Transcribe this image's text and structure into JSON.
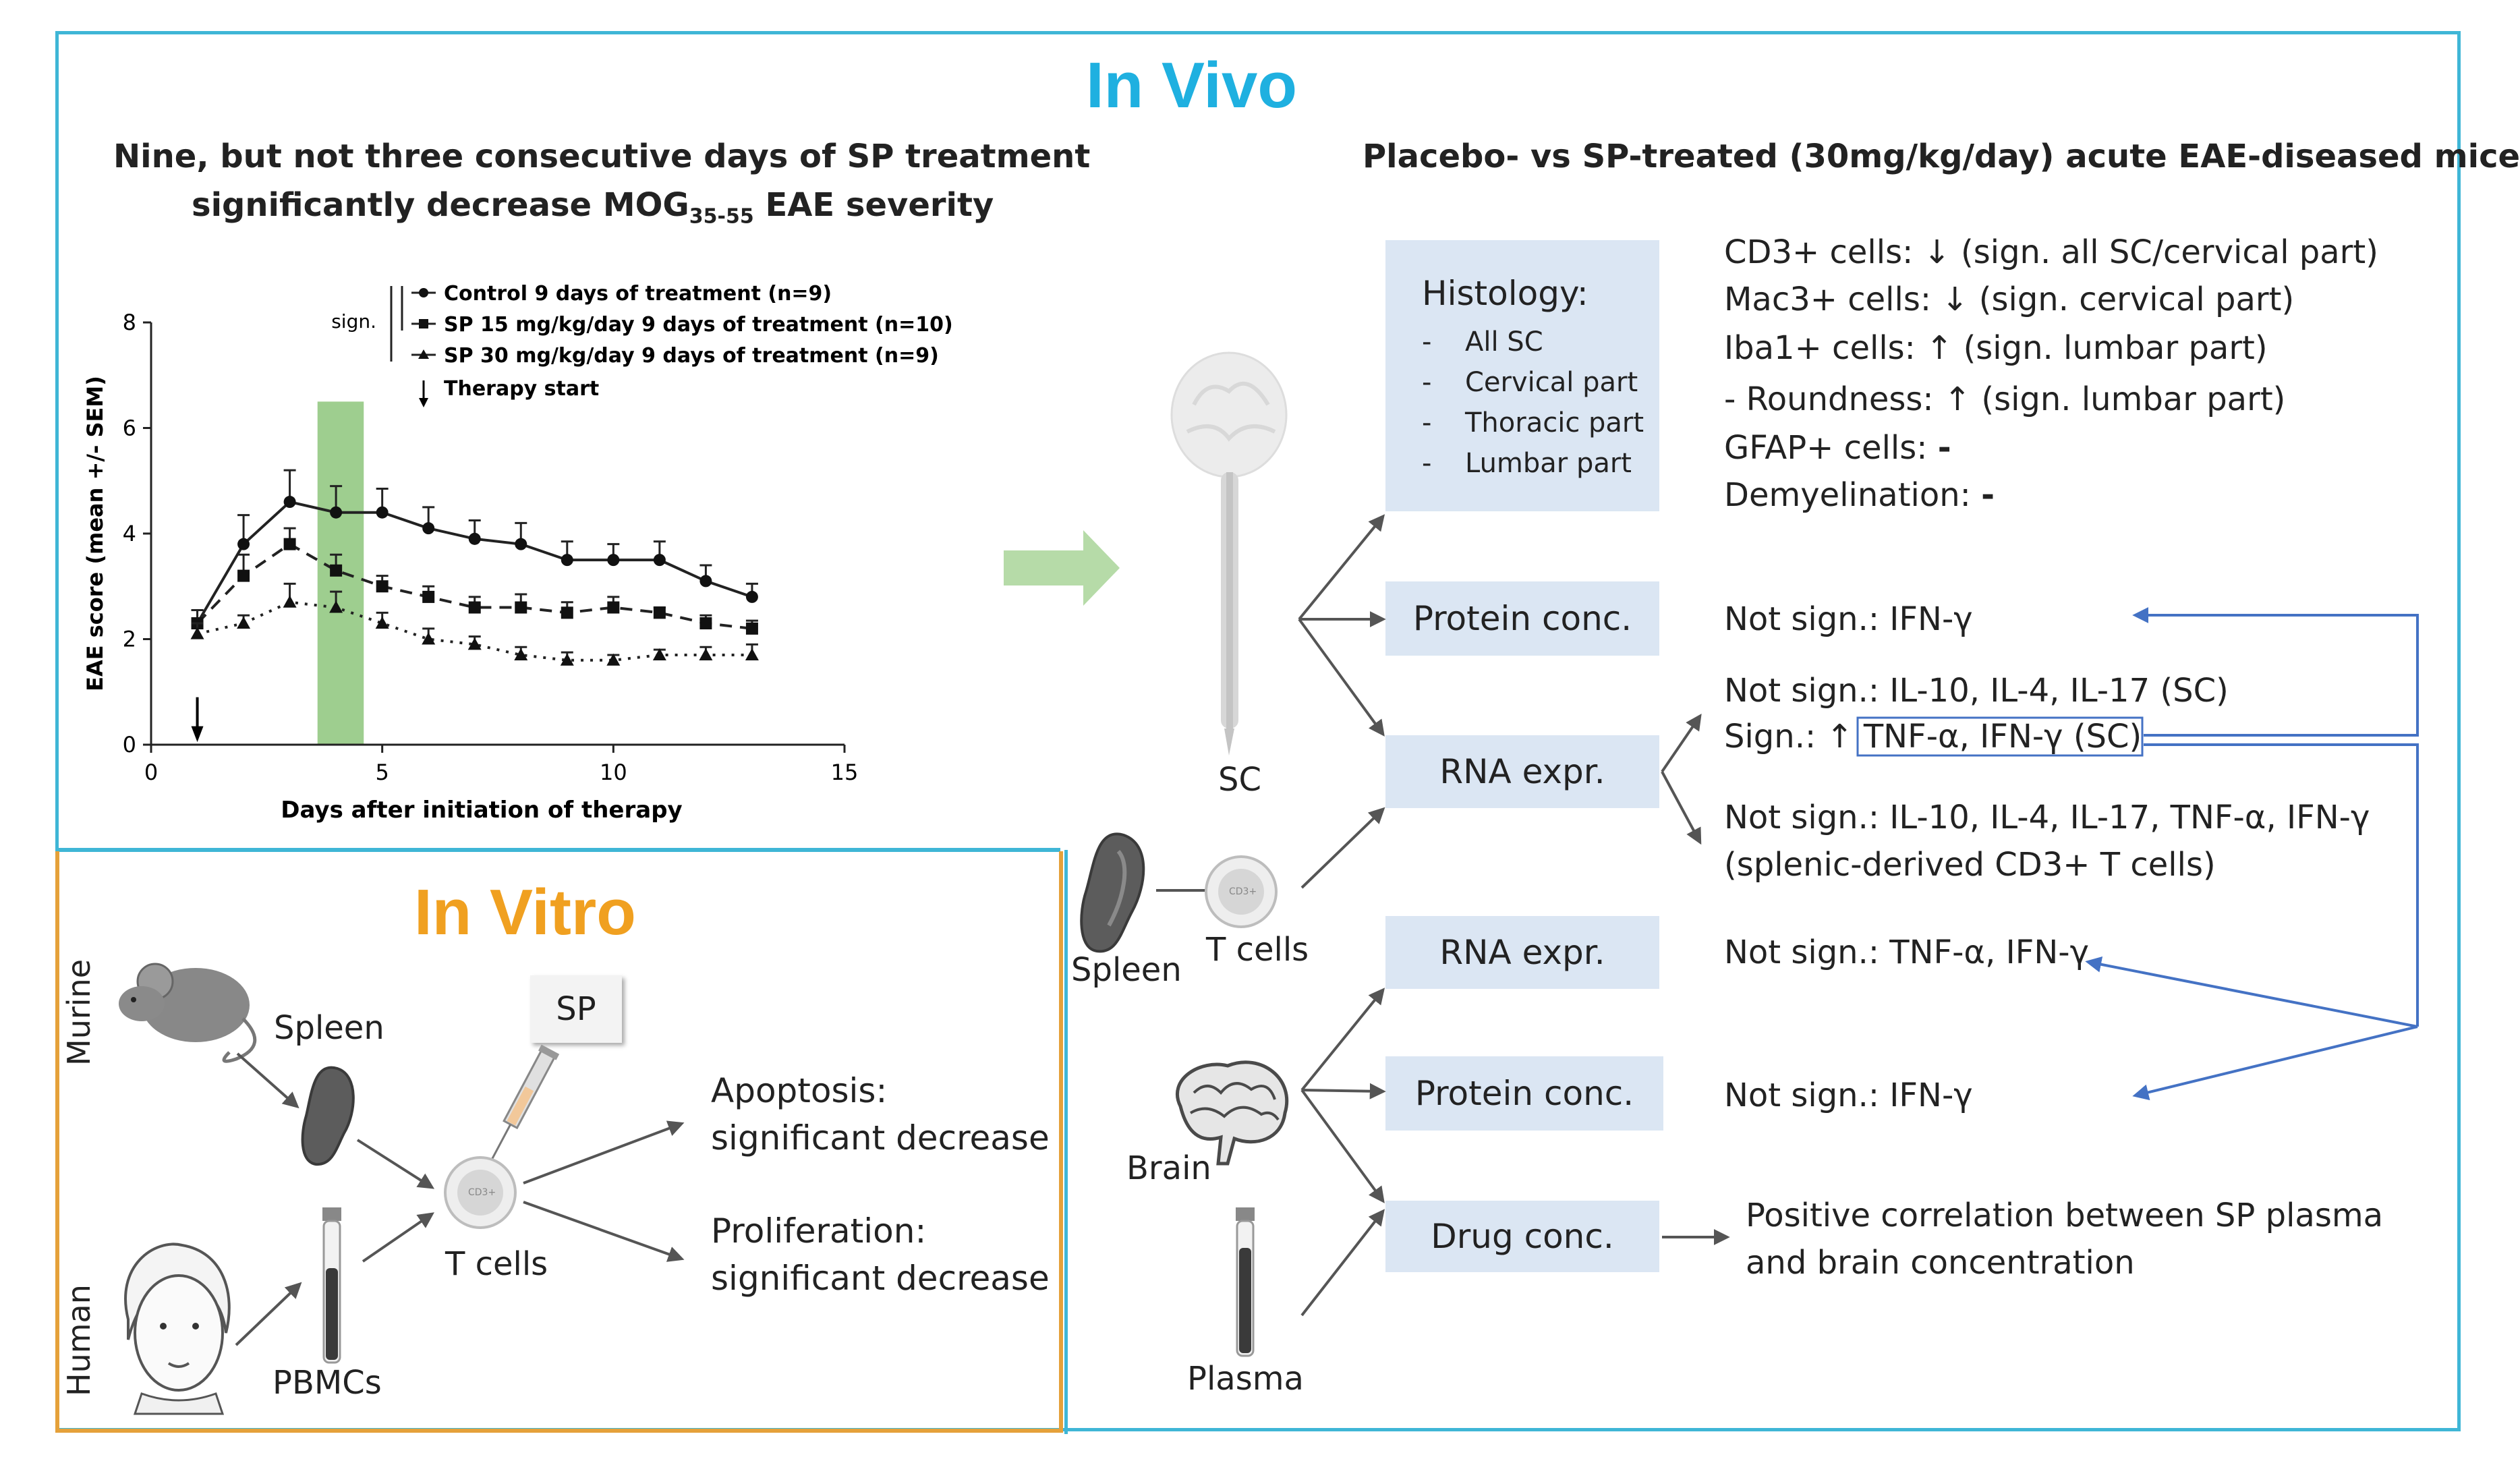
{
  "in_vivo": {
    "title": "In Vivo",
    "chart_title_line1": "Nine, but not three consecutive days of SP treatment",
    "chart_title_line2_prefix": "significantly decrease MOG",
    "chart_title_subscript": "35-55",
    "chart_title_line2_suffix": " EAE severity",
    "right_title": "Placebo- vs SP-treated (30mg/kg/day) acute EAE-diseased mice"
  },
  "chart_data": {
    "type": "line",
    "title": "",
    "xlabel": "Days after initiation of therapy",
    "ylabel": "EAE score (mean +/- SEM)",
    "xlim": [
      0,
      15
    ],
    "ylim": [
      0,
      8
    ],
    "xticks": [
      0,
      5,
      10,
      15
    ],
    "yticks": [
      0,
      2,
      4,
      6,
      8
    ],
    "x": [
      1,
      2,
      3,
      4,
      5,
      6,
      7,
      8,
      9,
      10,
      11,
      12,
      13
    ],
    "series": [
      {
        "name": "Control 9 days of treatment (n=9)",
        "marker": "circle",
        "line": "solid",
        "values": [
          2.3,
          3.8,
          4.6,
          4.4,
          4.4,
          4.1,
          3.9,
          3.8,
          3.5,
          3.5,
          3.5,
          3.1,
          2.8
        ],
        "errors": [
          0.25,
          0.55,
          0.6,
          0.5,
          0.45,
          0.4,
          0.35,
          0.4,
          0.35,
          0.3,
          0.35,
          0.3,
          0.25
        ]
      },
      {
        "name": "SP 15 mg/kg/day 9 days of treatment (n=10)",
        "marker": "square",
        "line": "dashed",
        "values": [
          2.3,
          3.2,
          3.8,
          3.3,
          3.0,
          2.8,
          2.6,
          2.6,
          2.5,
          2.6,
          2.5,
          2.3,
          2.2
        ],
        "errors": [
          0.25,
          0.4,
          0.3,
          0.3,
          0.2,
          0.2,
          0.2,
          0.25,
          0.2,
          0.2,
          0.1,
          0.15,
          0.15
        ]
      },
      {
        "name": "SP 30 mg/kg/day 9 days of treatment (n=9)",
        "marker": "triangle",
        "line": "dotted",
        "values": [
          2.1,
          2.3,
          2.7,
          2.6,
          2.3,
          2.0,
          1.9,
          1.7,
          1.6,
          1.6,
          1.7,
          1.7,
          1.7
        ],
        "errors": [
          0.2,
          0.15,
          0.35,
          0.3,
          0.2,
          0.2,
          0.15,
          0.15,
          0.15,
          0.1,
          0.1,
          0.15,
          0.2
        ]
      }
    ],
    "highlight_x_range": [
      3.6,
      4.6
    ],
    "therapy_start_x": 1,
    "legend_significance_label": "sign.",
    "legend_therapy_start": "Therapy start",
    "legend_placement": "top-right",
    "grid": false
  },
  "in_vitro": {
    "title": "In Vitro",
    "murine_label": "Murine",
    "human_label": "Human",
    "spleen_label": "Spleen",
    "pbmcs_label": "PBMCs",
    "sp_label": "SP",
    "tcells_label": "T cells",
    "cd_label": "CD3+",
    "apoptosis_line1": "Apoptosis:",
    "apoptosis_line2": "significant decrease",
    "proliferation_line1": "Proliferation:",
    "proliferation_line2": "significant decrease"
  },
  "diagram": {
    "sc_label": "SC",
    "spleen_label": "Spleen",
    "tcells_label": "T cells",
    "brain_label": "Brain",
    "plasma_label": "Plasma",
    "histology_title": "Histology:",
    "histology_items": [
      "All SC",
      "Cervical part",
      "Thoracic part",
      "Lumbar part"
    ],
    "histology_bullet": "-",
    "protein_conc_sc": "Protein conc.",
    "rna_expr_sc": "RNA expr.",
    "rna_expr_brain": "RNA expr.",
    "protein_conc_brain": "Protein conc.",
    "drug_conc": "Drug conc.",
    "histology_results": [
      {
        "label": "CD3+ cells: ",
        "arrow": "↓",
        "rest": " (sign. all SC/cervical part)"
      },
      {
        "label": "Mac3+ cells: ",
        "arrow": "↓",
        "rest": " (sign. cervical part)"
      },
      {
        "label": "Iba1+ cells: ",
        "arrow": "↑",
        "rest": " (sign. lumbar part)"
      },
      {
        "label": " - Roundness: ",
        "arrow": "↑",
        "rest": " (sign. lumbar part)"
      },
      {
        "label": "GFAP+ cells: ",
        "arrow": "",
        "rest": "-"
      },
      {
        "label": "Demyelination: ",
        "arrow": "",
        "rest": "-"
      }
    ],
    "protein_sc_result": "Not sign.: IFN-γ",
    "rna_sc_notsign": "Not sign.: IL-10, IL-4, IL-17 (SC)",
    "rna_sc_sign_prefix": "Sign.: ↑ ",
    "rna_sc_sign_boxed": "TNF-α, IFN-γ (SC)",
    "rna_tcell_line1": "Not sign.: IL-10, IL-4, IL-17, TNF-α, IFN-γ",
    "rna_tcell_line2": "(splenic-derived CD3+ T cells)",
    "rna_brain_result": "Not sign.: TNF-α, IFN-γ",
    "protein_brain_result": "Not sign.: IFN-γ",
    "drug_result_line1": "Positive correlation between SP plasma",
    "drug_result_line2": "and brain concentration",
    "cd_label": "CD3+"
  },
  "colors": {
    "frame_blue": "#3fb6d6",
    "frame_orange": "#e5a13a",
    "title_blue": "#1fb0e0",
    "title_orange": "#f0a020",
    "box_fill": "#dbe6f3",
    "highlight_green": "#8dc67b",
    "arrow_blue": "#4472c4",
    "arrow_gray": "#555555"
  }
}
